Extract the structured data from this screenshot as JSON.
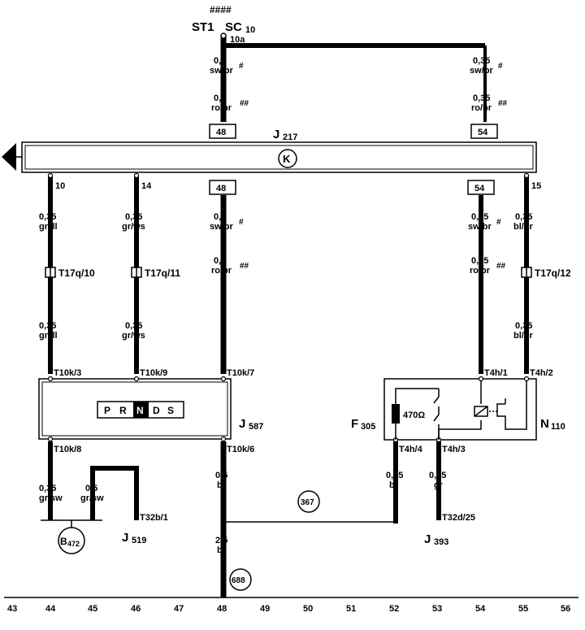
{
  "header": {
    "hashes": "####",
    "st1": "ST1",
    "sc": "SC",
    "sc_sub": "10",
    "terminal": "10a"
  },
  "bus": {
    "name": "J",
    "name_sub": "217",
    "k_symbol": "K",
    "pin_48_top": "48",
    "pin_54_top": "54",
    "pin_48_bottom": "48",
    "pin_54_bottom": "54",
    "pin_10": "10",
    "pin_14": "14",
    "pin_15": "15"
  },
  "wires": {
    "w48_top_1": {
      "size": "0,5",
      "color": "sw/br",
      "mark": "#"
    },
    "w48_top_2": {
      "size": "0,5",
      "color": "ro/br",
      "mark": "##"
    },
    "w54_top_1": {
      "size": "0,35",
      "color": "sw/br",
      "mark": "#"
    },
    "w54_top_2": {
      "size": "0,35",
      "color": "ro/br",
      "mark": "##"
    },
    "w44_a": {
      "size": "0,35",
      "color": "gn/ll"
    },
    "w44_b": {
      "size": "0,35",
      "color": "gn/ll"
    },
    "w46_a": {
      "size": "0,35",
      "color": "gr/ws"
    },
    "w46_b": {
      "size": "0,35",
      "color": "gr/ws"
    },
    "w48_mid_1": {
      "size": "0,5",
      "color": "sw/br",
      "mark": "#"
    },
    "w48_mid_2": {
      "size": "0,5",
      "color": "ro/br",
      "mark": "##"
    },
    "w54_mid_1": {
      "size": "0,35",
      "color": "sw/br",
      "mark": "#"
    },
    "w54_mid_2": {
      "size": "0,35",
      "color": "ro/br",
      "mark": "##"
    },
    "w55_a": {
      "size": "0,35",
      "color": "bl/gr"
    },
    "w55_b": {
      "size": "0,35",
      "color": "bl/gr"
    },
    "w44_low": {
      "size": "0,35",
      "color": "gr/sw"
    },
    "w45_low": {
      "size": "0,5",
      "color": "gr/sw"
    },
    "w48_low_1": {
      "size": "0,5",
      "color": "br"
    },
    "w48_low_2": {
      "size": "2,5",
      "color": "br"
    },
    "w52_low": {
      "size": "0,35",
      "color": "br"
    },
    "w53_low": {
      "size": "0,35",
      "color": "gr"
    }
  },
  "connectors": {
    "t17q10": "T17q/10",
    "t17q11": "T17q/11",
    "t17q12": "T17q/12",
    "t10k3": "T10k/3",
    "t10k9": "T10k/9",
    "t10k7": "T10k/7",
    "t10k8": "T10k/8",
    "t10k6": "T10k/6",
    "t4h1": "T4h/1",
    "t4h2": "T4h/2",
    "t4h4": "T4h/4",
    "t4h3": "T4h/3",
    "t32b1": "T32b/1",
    "t32d25": "T32d/25"
  },
  "components": {
    "j587": {
      "name": "J",
      "sub": "587"
    },
    "selector": [
      "P",
      "R",
      "N",
      "D",
      "S"
    ],
    "selector_active": "N",
    "n110": {
      "name": "N",
      "sub": "110"
    },
    "f305": {
      "name": "F",
      "sub": "305"
    },
    "resistor": "470Ω",
    "j519": {
      "name": "J",
      "sub": "519"
    },
    "j393": {
      "name": "J",
      "sub": "393"
    },
    "b472": {
      "name": "B",
      "sub": "472"
    },
    "ground_367": "367",
    "ground_688": "688"
  },
  "ruler": [
    "43",
    "44",
    "45",
    "46",
    "47",
    "48",
    "49",
    "50",
    "51",
    "52",
    "53",
    "54",
    "55",
    "56"
  ]
}
